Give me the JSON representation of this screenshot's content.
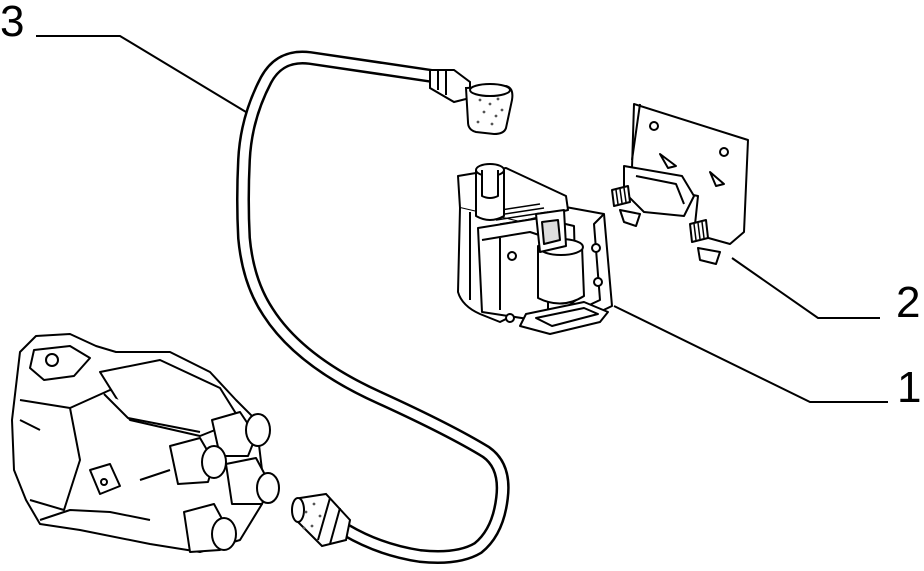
{
  "callouts": [
    {
      "number": "3"
    },
    {
      "number": "2"
    },
    {
      "number": "1"
    }
  ],
  "colors": {
    "line": "#000000",
    "background": "#ffffff",
    "shade": "#555555"
  }
}
